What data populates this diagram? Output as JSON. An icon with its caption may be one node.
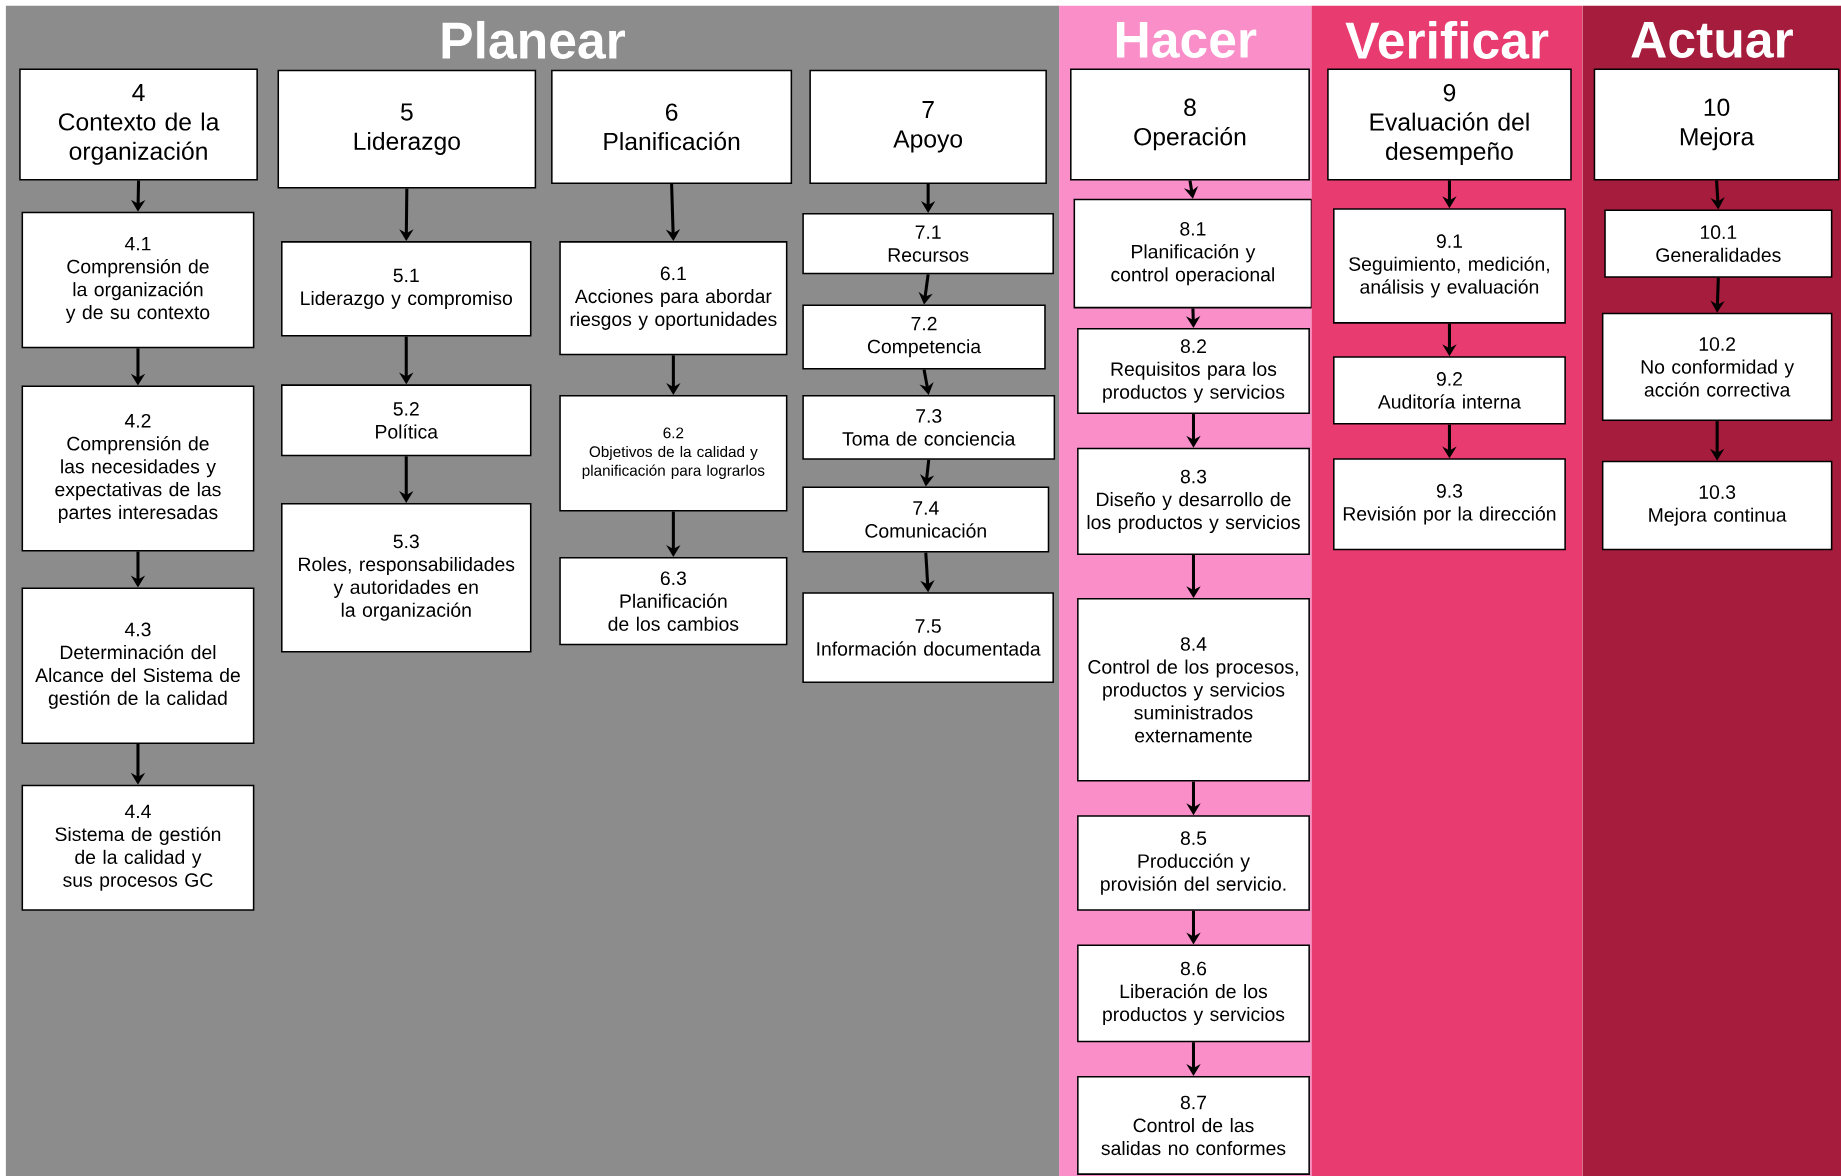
{
  "diagram": {
    "nodes": [
      {
        "text": [
          "Planear"
        ]
      },
      {
        "text": [
          "4",
          "Contexto de la organización"
        ],
        "in": 0
      },
      {
        "text": [
          "4.1",
          "Comprensión de la organización y de su contexto"
        ],
        "in": 0
      },
      {
        "text": [
          "4.2",
          "Comprensión de las necesidades y expectativas de las partes interesadas"
        ],
        "in": 0
      },
      {
        "text": [
          "4.3",
          "Determinación del Alcance del Sistema de gestión de la calidad"
        ],
        "in": 0
      },
      {
        "text": [
          "4.4",
          "Sistema de gestión de la calidad y sus procesos GC"
        ],
        "in": 0
      },
      {
        "text": [
          "5",
          "Liderazgo"
        ],
        "in": 0
      },
      {
        "text": [
          "5.1",
          "Liderazgo y compromiso"
        ],
        "in": 0
      },
      {
        "text": [
          "5.2",
          "Política"
        ],
        "in": 0
      },
      {
        "text": [
          "5.3",
          "Roles, responsabilidades y autoridades en la organización"
        ],
        "in": 0
      },
      {
        "text": [
          "6",
          "Planificación"
        ],
        "in": 0
      },
      {
        "text": [
          "6.1",
          "Acciones para abordar riesgos y oportunidades"
        ],
        "in": 0
      },
      {
        "text": [
          "6.2",
          "Objetivos de la calidad y planificación para lograrlos"
        ],
        "in": 0
      },
      {
        "text": [
          "6.3",
          "Planificación de los cambios"
        ],
        "in": 0
      },
      {
        "text": [
          "7",
          "Apoyo"
        ],
        "in": 0
      },
      {
        "text": [
          "7.1",
          "Recursos"
        ],
        "in": 0
      },
      {
        "text": [
          "7.2",
          "Competencia"
        ],
        "in": 0
      },
      {
        "text": [
          "7.3",
          "Toma de conciencia"
        ],
        "in": 0
      },
      {
        "text": [
          "7.4",
          "Comunicación"
        ],
        "in": 0
      },
      {
        "text": [
          "7.5",
          "Información documentada"
        ],
        "in": 0
      },
      {
        "text": [
          "Hacer"
        ]
      },
      {
        "text": [
          "8",
          "Operación"
        ],
        "in": 20
      },
      {
        "text": [
          "8.1",
          "Planificación y control operacional"
        ],
        "in": 20
      },
      {
        "text": [
          "8.2",
          "Requisitos para los productos y servicios"
        ],
        "in": 20
      },
      {
        "text": [
          "8.3",
          "Diseño y desarrollo de los productos y servicios"
        ],
        "in": 20
      },
      {
        "text": [
          "8.4",
          "Control de los procesos, productos y servicios suministrados externamente"
        ],
        "in": 20
      },
      {
        "text": [
          "8.5",
          "Producción y provisión del servicio."
        ],
        "in": 20
      },
      {
        "text": [
          "8.6",
          "Liberación de los productos y servicios"
        ],
        "in": 20
      },
      {
        "text": [
          "8.7",
          "Control de las salidas no conformes"
        ],
        "in": 20
      },
      {
        "text": [
          "Verificar"
        ]
      },
      {
        "text": [
          "9",
          "Evaluación del desempeño"
        ],
        "in": 29
      },
      {
        "text": [
          "9.1",
          "Seguimiento, medición, análisis y evaluación"
        ],
        "in": 29
      },
      {
        "text": [
          "9.2",
          "Auditoría interna"
        ],
        "in": 29
      },
      {
        "text": [
          "9.3",
          "Revisión por la dirección"
        ],
        "in": 29
      },
      {
        "text": [
          "Actuar"
        ]
      },
      {
        "text": [
          "10",
          "Mejora"
        ],
        "in": 34
      },
      {
        "text": [
          "10.1",
          "Generalidades"
        ],
        "in": 34
      },
      {
        "text": [
          "10.2",
          "No conformidad y acción correctiva"
        ],
        "in": 34
      },
      {
        "text": [
          "10.3",
          "Mejora continua"
        ],
        "in": 34
      }
    ],
    "edges": [
      {
        "from": 1,
        "to": 2,
        "arrow": "to"
      },
      {
        "from": 2,
        "to": 3,
        "arrow": "to"
      },
      {
        "from": 3,
        "to": 4,
        "arrow": "to"
      },
      {
        "from": 4,
        "to": 5,
        "arrow": "to"
      },
      {
        "from": 6,
        "to": 7,
        "arrow": "to"
      },
      {
        "from": 7,
        "to": 8,
        "arrow": "to"
      },
      {
        "from": 8,
        "to": 9,
        "arrow": "to"
      },
      {
        "from": 10,
        "to": 11,
        "arrow": "to"
      },
      {
        "from": 11,
        "to": 12,
        "arrow": "to"
      },
      {
        "from": 12,
        "to": 13,
        "arrow": "to"
      },
      {
        "from": 14,
        "to": 15,
        "arrow": "to"
      },
      {
        "from": 15,
        "to": 16,
        "arrow": "to"
      },
      {
        "from": 16,
        "to": 17,
        "arrow": "to"
      },
      {
        "from": 17,
        "to": 18,
        "arrow": "to"
      },
      {
        "from": 18,
        "to": 19,
        "arrow": "to"
      },
      {
        "from": 21,
        "to": 22,
        "arrow": "to"
      },
      {
        "from": 22,
        "to": 23,
        "arrow": "to"
      },
      {
        "from": 23,
        "to": 24,
        "arrow": "to"
      },
      {
        "from": 24,
        "to": 25,
        "arrow": "to"
      },
      {
        "from": 25,
        "to": 26,
        "arrow": "to"
      },
      {
        "from": 26,
        "to": 27,
        "arrow": "to"
      },
      {
        "from": 27,
        "to": 28,
        "arrow": "to"
      },
      {
        "from": 30,
        "to": 31,
        "arrow": "to"
      },
      {
        "from": 31,
        "to": 32,
        "arrow": "to"
      },
      {
        "from": 32,
        "to": 33,
        "arrow": "to"
      },
      {
        "from": 35,
        "to": 36,
        "arrow": "to"
      },
      {
        "from": 36,
        "to": 37,
        "arrow": "to"
      },
      {
        "from": 37,
        "to": 38,
        "arrow": "to"
      }
    ]
  }
}
